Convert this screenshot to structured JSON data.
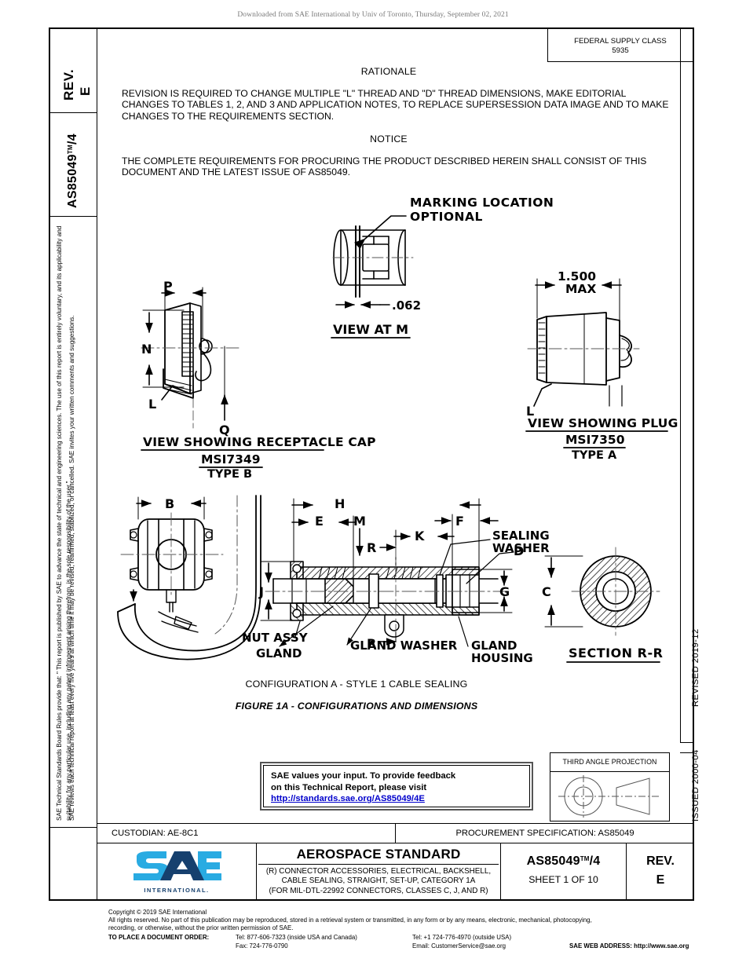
{
  "download_note": "Downloaded from SAE International by Univ of Toronto, Thursday, September 02, 2021",
  "tabs": {
    "rev_label": "REV.",
    "rev_value": "E",
    "doc_label": "AS85049",
    "doc_label_tm": "TM",
    "doc_label_suffix": "/4"
  },
  "sidebar": {
    "rules_text": "SAE Technical Standards Board Rules provide that: \" This report is published by SAE to advance the state of technical and engineering sciences. The use of this report is entirely voluntary, and its applicability and suitability for any particular use, including any patent infringement arising therefrom, is the sole responsibility of the user.\"",
    "review_text": "SAE reviews each technical report at least every five years at which time it may be revised, reaffirmed, stabilized, or cancelled. SAE invites your written comments and suggestions."
  },
  "federal_supply": {
    "label": "FEDERAL SUPPLY CLASS",
    "value": "5935"
  },
  "rationale": {
    "title": "RATIONALE",
    "body": "REVISION IS REQUIRED TO CHANGE MULTIPLE \"L\" THREAD AND \"D\" THREAD DIMENSIONS, MAKE EDITORIAL CHANGES TO TABLES 1, 2, AND 3 AND APPLICATION NOTES, TO REPLACE SUPERSESSION DATA IMAGE AND TO MAKE CHANGES TO THE REQUIREMENTS SECTION."
  },
  "notice": {
    "title": "NOTICE",
    "body": "THE COMPLETE REQUIREMENTS FOR PROCURING THE PRODUCT DESCRIBED HEREIN SHALL CONSIST OF THIS DOCUMENT AND THE LATEST ISSUE OF AS85049."
  },
  "drawing": {
    "marking_location_line1": "MARKING  LOCATION",
    "marking_location_line2": "OPTIONAL",
    "dim_062": ".062",
    "view_at_m": "VIEW AT M",
    "dim_1500": "1.500",
    "dim_max": "MAX",
    "plug_cap_line1": "VIEW SHOWING PLUG CAP",
    "plug_cap_line2": "MSI7350",
    "plug_cap_line3": "TYPE A",
    "receptacle_line1": "VIEW SHOWING RECEPTACLE CAP",
    "receptacle_line2": "MSI7349",
    "receptacle_line3": "TYPE B",
    "dim_P": "P",
    "dim_N": "N",
    "dim_L": "L",
    "dim_Q": "Q",
    "dim_L2": "L",
    "dim_B": "B",
    "dim_H": "H",
    "dim_E": "E",
    "dim_F": "F",
    "dim_K": "K",
    "dim_M": "M",
    "dim_R1": "R",
    "dim_R2": "R",
    "dim_J": "J",
    "dim_G": "G",
    "dim_D": "D",
    "dim_C": "C",
    "label_sealing_washer_1": "SEALING",
    "label_sealing_washer_2": "WASHER",
    "label_nut_assy": "NUT ASSY",
    "label_gland": "GLAND",
    "label_gland_washer": "GLAND WASHER",
    "label_gland_housing_1": "GLAND",
    "label_gland_housing_2": "HOUSING",
    "section_rr": "SECTION R-R"
  },
  "captions": {
    "configuration": "CONFIGURATION A - STYLE 1 CABLE SEALING",
    "figure": "FIGURE 1A - CONFIGURATIONS AND DIMENSIONS"
  },
  "feedback": {
    "line1": "SAE values your input. To provide feedback",
    "line2": "on this Technical Report, please visit",
    "link": "http://standards.sae.org/AS85049/4E"
  },
  "projection": {
    "title": "THIRD ANGLE PROJECTION"
  },
  "dates": {
    "issued": "ISSUED 2000-04",
    "revised": "REVISED 2019-12"
  },
  "custodian": {
    "text": "CUSTODIAN: AE-8C1"
  },
  "procurement": {
    "text": "PROCUREMENT SPECIFICATION: AS85049"
  },
  "title_block": {
    "standard_title": "AEROSPACE STANDARD",
    "subtitle_line1": "(R) CONNECTOR ACCESSORIES, ELECTRICAL, BACKSHELL,",
    "subtitle_line2": "CABLE SEALING, STRAIGHT, SET-UP, CATEGORY 1A",
    "subtitle_line3": "(FOR MIL-DTL-22992 CONNECTORS, CLASSES C, J, AND R)",
    "doc_number": "AS85049",
    "doc_number_tm": "TM",
    "doc_number_suffix": "/4",
    "sheet": "SHEET 1 OF 10",
    "rev_label": "REV.",
    "rev_value": "E",
    "logo_text": "SAE",
    "logo_sub": "INTERNATIONAL."
  },
  "footer": {
    "copyright": "Copyright © 2019 SAE International",
    "rights_line1": "All rights reserved. No part of this publication may be reproduced, stored in a retrieval system or transmitted, in any form or by any means, electronic, mechanical, photocopying,",
    "rights_line2": "recording, or otherwise, without the prior written permission of SAE.",
    "order_label": "TO PLACE A DOCUMENT ORDER:",
    "tel_inside": "Tel: 877-606-7323 (inside USA and Canada)",
    "fax": "Fax: 724-776-0790",
    "tel_outside": "Tel: +1 724-776-4970 (outside USA)",
    "email": "Email: CustomerService@sae.org",
    "web": "SAE WEB ADDRESS: http://www.sae.org"
  },
  "colors": {
    "logo_light": "#29abe2",
    "logo_dark": "#16406e",
    "link": "#0000cc"
  }
}
